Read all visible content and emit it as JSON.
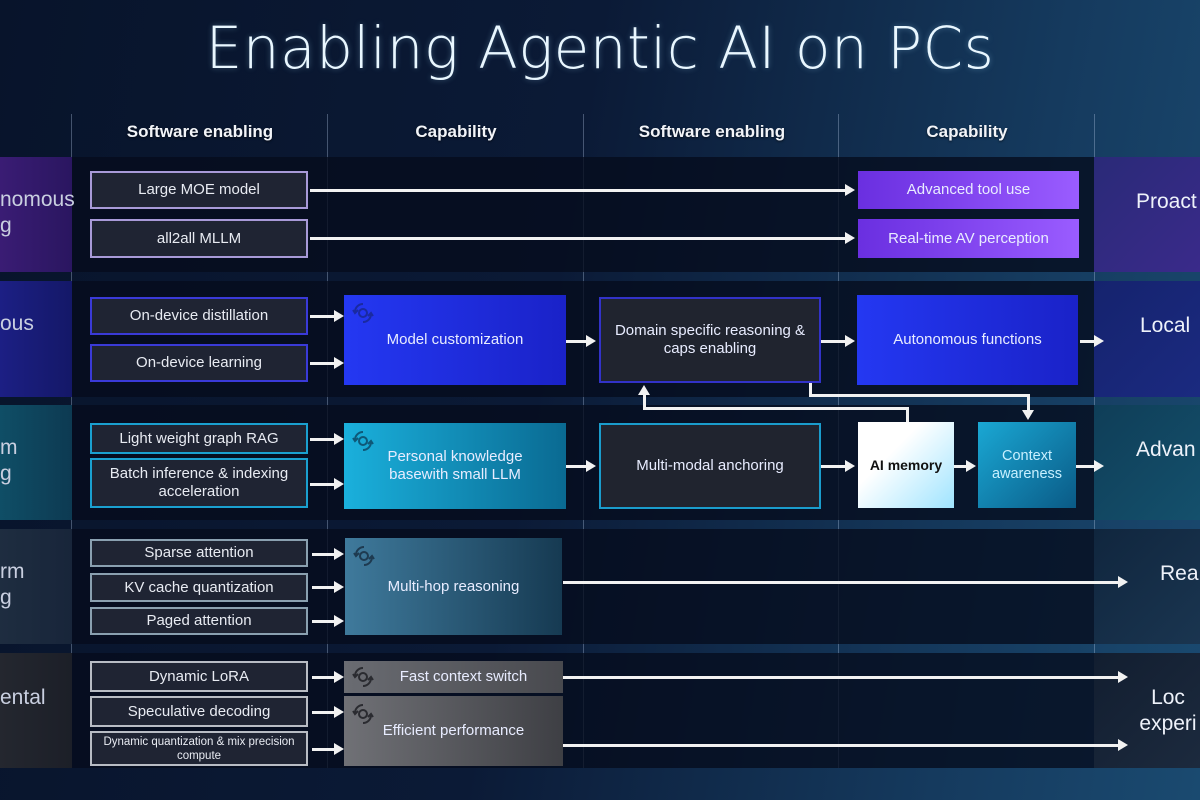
{
  "title": "Enabling Agentic AI on PCs",
  "columns": [
    "Software enabling",
    "Capability",
    "Software enabling",
    "Capability"
  ],
  "rows": [
    {
      "left_label": [
        "nomous",
        "g"
      ],
      "right_label": [
        "Proact"
      ],
      "software": [
        "Large MOE model",
        "all2all MLLM"
      ],
      "capabilities": [
        "Advanced tool use",
        "Real-time AV perception"
      ]
    },
    {
      "left_label": [
        "ous"
      ],
      "right_label": [
        "Local"
      ],
      "software": [
        "On-device distillation",
        "On-device learning"
      ],
      "capabilities": [
        "Model customization",
        "Domain specific reasoning & caps enabling",
        "Autonomous functions"
      ]
    },
    {
      "left_label": [
        "m",
        "g"
      ],
      "right_label": [
        "Advan"
      ],
      "software": [
        "Light weight graph RAG",
        "Batch inference & indexing acceleration"
      ],
      "capabilities": [
        "Personal knowledge basewith small LLM",
        "Multi-modal anchoring",
        "AI memory",
        "Context awareness"
      ]
    },
    {
      "left_label": [
        "rm",
        "g"
      ],
      "right_label": [
        "Rea"
      ],
      "software": [
        "Sparse attention",
        "KV cache quantization",
        "Paged attention"
      ],
      "capabilities": [
        "Multi-hop reasoning"
      ]
    },
    {
      "left_label": [
        "ental"
      ],
      "right_label": [
        "Loc",
        "experi"
      ],
      "software": [
        "Dynamic LoRA",
        "Speculative decoding",
        "Dynamic quantization & mix precision compute"
      ],
      "capabilities": [
        "Fast context switch",
        "Efficient performance"
      ]
    }
  ],
  "icons": {
    "capability_icon": "gear-cycle-icon"
  },
  "colors": {
    "purple": "#7b3ff0",
    "blue": "#2a3cf0",
    "teal": "#1a9ccc",
    "slate": "#3f6c88",
    "gray": "#6a6c72"
  }
}
